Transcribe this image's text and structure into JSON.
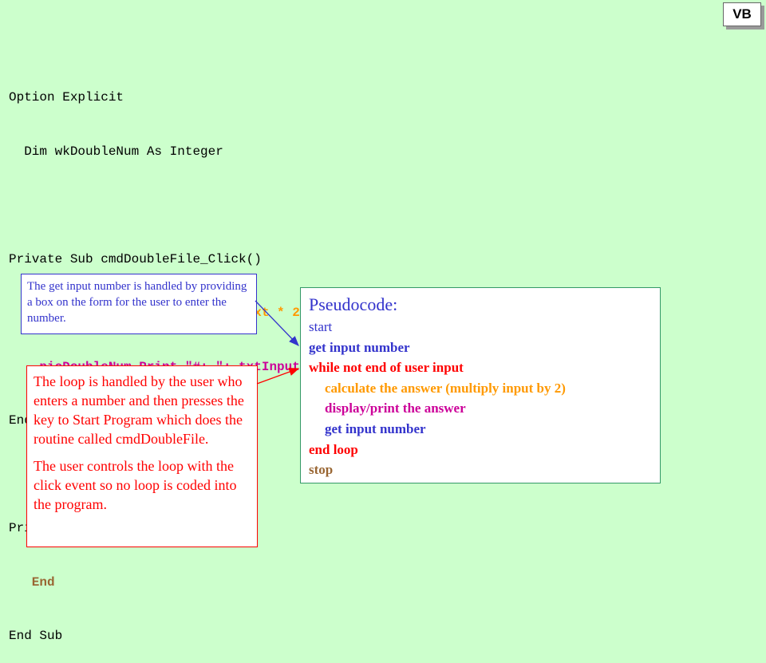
{
  "badge": {
    "label": "VB"
  },
  "code": {
    "lines": [
      "Option Explicit",
      "  Dim wkDoubleNum As Integer",
      "",
      "Private Sub cmdDoubleFile_Click()",
      "    wkDoubleNum = txtInputNum.Text * 2",
      "    picDoubleNum.Print \"#: \"; txtInputNum.Text; \"  Double: \"; wkDoubleNum",
      "End Sub",
      "",
      "Private Sub cmdEnd_Click()",
      "   End",
      "End Sub"
    ]
  },
  "notes": {
    "input_note": "The get input number is handled by providing a box on the form for the user to enter the number.",
    "loop_note_1": "The loop is handled by the user who enters a number and then presses the key to Start Program which does the routine called cmdDoubleFile.",
    "loop_note_2": "The user controls the loop with the click event so no loop is coded into the program."
  },
  "pseudocode": {
    "title": "Pseudocode:",
    "lines": [
      "start",
      "get input number",
      "while not end of user input",
      "calculate the answer (multiply input by 2)",
      "display/print the answer",
      "get input number",
      "end loop",
      "stop"
    ]
  },
  "colors": {
    "background": "#ccffcc",
    "blue": "#3333cc",
    "red": "#ff0000",
    "orange": "#ff9900",
    "magenta": "#cc0099",
    "olive": "#996633"
  }
}
